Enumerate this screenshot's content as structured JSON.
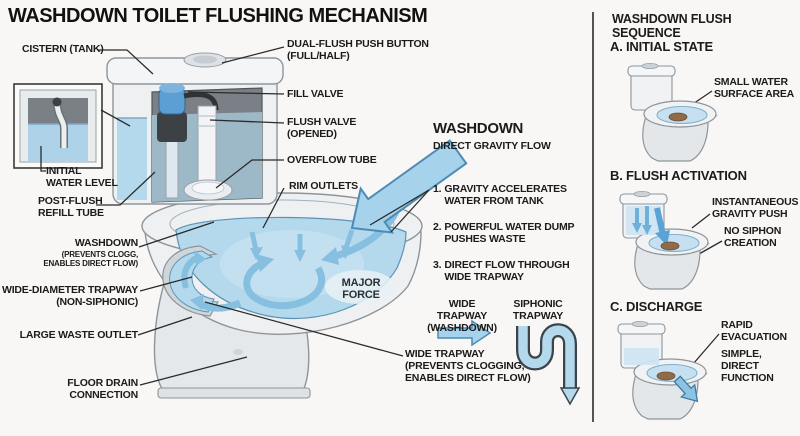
{
  "title": "WASHDOWN TOILET FLUSHING MECHANISM",
  "palette": {
    "background": "#f8f7f5",
    "ink": "#1b1b1b",
    "leader_line": "#2b2b2b",
    "water_light": "#b5d9ec",
    "arrow_blue": "#a7d2ec",
    "arrow_edge": "#4c8cb4",
    "porcelain": "#f0f2f3",
    "outline_gray": "#8d959b",
    "interior_dark": "#7a8085",
    "waste_brown": "#8f6b47"
  },
  "main": {
    "labels": {
      "cistern": "CISTERN (TANK)",
      "dual_flush_button": "DUAL-FLUSH PUSH BUTTON\n(FULL/HALF)",
      "fill_valve": "FILL VALVE",
      "flush_valve": "FLUSH VALVE\n(OPENED)",
      "overflow_tube": "OVERFLOW TUBE",
      "rim_outlets": "RIM OUTLETS",
      "initial_water_level": "INITIAL\nWATER LEVEL",
      "post_flush_refill_tube": "POST-FLUSH\nREFILL TUBE",
      "washdown_callout_title": "WASHDOWN",
      "washdown_callout_sub": "(PREVENTS CLOGG,\nENABLES DIRECT FLOW)",
      "wide_diameter_trapway": "WIDE-DIAMETER TRAPWAY\n(NON-SIPHONIC)",
      "large_waste_outlet": "LARGE WASTE OUTLET",
      "floor_drain_connection": "FLOOR DRAIN\nCONNECTION",
      "major_force": "MAJOR\nFORCE",
      "wide_trapway_note": "WIDE TRAPWAY\n(PREVENTS CLOGGING,\nENABLES DIRECT FLOW)"
    },
    "flow": {
      "title": "WASHDOWN",
      "subtitle": "DIRECT GRAVITY FLOW",
      "steps": [
        {
          "num": "1.",
          "text": "GRAVITY ACCELERATES\nWATER FROM TANK"
        },
        {
          "num": "2.",
          "text": "POWERFUL WATER DUMP\nPUSHES WASTE"
        },
        {
          "num": "3.",
          "text": "DIRECT FLOW THROUGH\nWIDE TRAPWAY"
        }
      ]
    },
    "trapway_compare": {
      "wide": "WIDE TRAPWAY\n(WASHDOWN)",
      "siphonic": "SIPHONIC\nTRAPWAY"
    }
  },
  "sequence": {
    "title": "WASHDOWN FLUSH SEQUENCE",
    "steps": [
      {
        "heading": "A. INITIAL STATE",
        "labels": [
          "SMALL WATER\nSURFACE AREA"
        ]
      },
      {
        "heading": "B. FLUSH ACTIVATION",
        "labels": [
          "INSTANTANEOUS\nGRAVITY PUSH",
          "NO SIPHON\nCREATION"
        ]
      },
      {
        "heading": "C. DISCHARGE",
        "labels": [
          "RAPID\nEVACUATION",
          "SIMPLE, DIRECT\nFUNCTION"
        ]
      }
    ]
  }
}
